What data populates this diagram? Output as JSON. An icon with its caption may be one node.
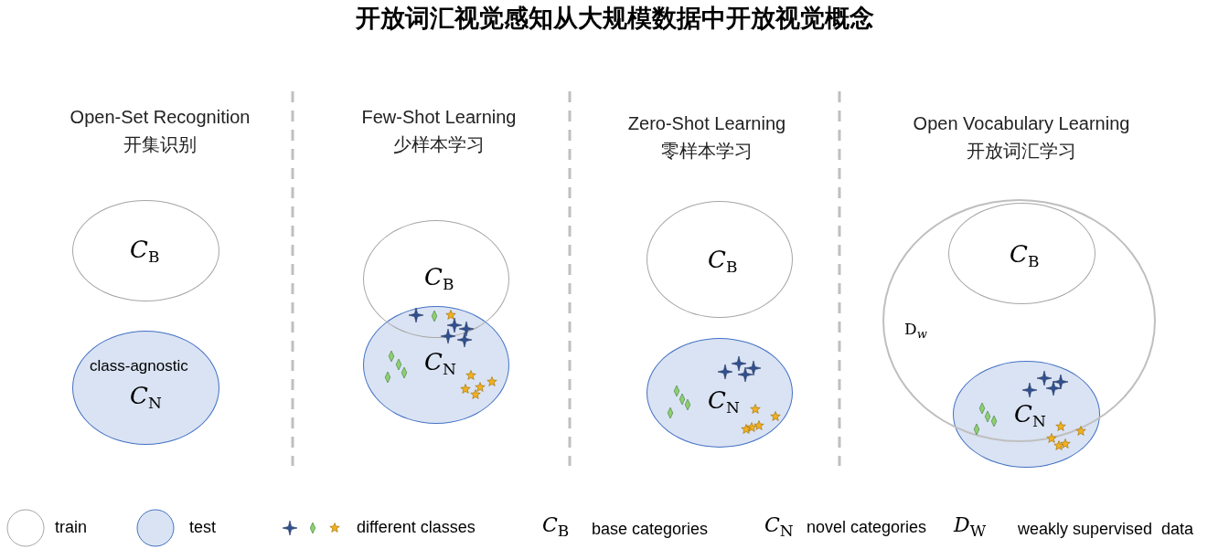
{
  "diagram": {
    "title": "开放词汇视觉感知从大规模数据中开放视觉概念",
    "nodes": [
      {
        "text": [
          "*C*$_{B}$"
        ]
      },
      {
        "text": [
          "class-agnostic",
          "*C*$_{N}$"
        ]
      },
      {
        "text": [
          "*C*$_{B}$"
        ]
      },
      {
        "text": [
          "*C*$_{N}$"
        ]
      },
      {
        "text": [
          "*C*$_{B}$"
        ]
      },
      {
        "text": [
          "*C*$_{N}$"
        ]
      },
      {
        "text": [
          "D$_{w}$"
        ]
      },
      {
        "text": [
          "*C*$_{B}$"
        ],
        "in": 6
      },
      {
        "text": [
          "*C*$_{N}$"
        ]
      }
    ],
    "edges": [],
    "labels": [
      "Open-Set Recognition",
      "开集识别",
      "Few-Shot Learning",
      "少样本学习",
      "Zero-Shot Learning",
      "零样本学习",
      "Open Vocabulary Learning",
      "开放词汇学习",
      "*C*$_{B}$",
      "*C*$_{N}$",
      "*D*$_{W}$"
    ],
    "legend": [
      {
        "text": "train",
        "color": "#ffffff"
      },
      {
        "text": "test",
        "color": "#dae3f3"
      },
      {
        "text": "different classes"
      },
      {
        "text": "base categories"
      },
      {
        "text": "novel categories"
      },
      {
        "text": "weakly supervised  data"
      }
    ]
  }
}
